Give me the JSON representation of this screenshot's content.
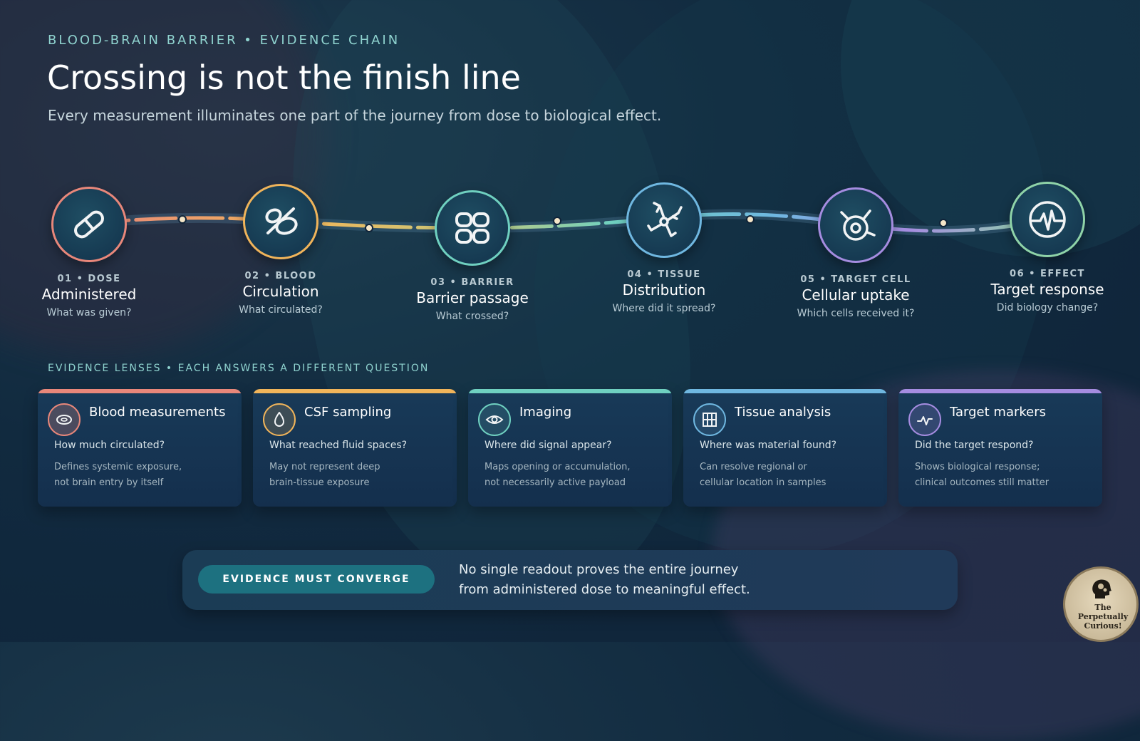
{
  "header": {
    "eyebrow": "BLOOD-BRAIN BARRIER • EVIDENCE CHAIN",
    "title": "Crossing is not the finish line",
    "subtitle": "Every measurement illuminates one part of the journey from dose to biological effect."
  },
  "steps": [
    {
      "tag": "01 • DOSE",
      "name": "Administered",
      "question": "What was given?",
      "color": "#e8877a",
      "icon": "pill-icon"
    },
    {
      "tag": "02 • BLOOD",
      "name": "Circulation",
      "question": "What circulated?",
      "color": "#f0b45a",
      "icon": "circulation-loop-icon"
    },
    {
      "tag": "03 • BARRIER",
      "name": "Barrier passage",
      "question": "What crossed?",
      "color": "#6fd0c0",
      "icon": "barrier-cells-icon"
    },
    {
      "tag": "04 • TISSUE",
      "name": "Distribution",
      "question": "Where did it spread?",
      "color": "#6fb7e0",
      "icon": "branching-icon"
    },
    {
      "tag": "05 • TARGET CELL",
      "name": "Cellular uptake",
      "question": "Which cells received it?",
      "color": "#a58ce0",
      "icon": "cell-icon"
    },
    {
      "tag": "06 • EFFECT",
      "name": "Target response",
      "question": "Did biology change?",
      "color": "#8fd3a8",
      "icon": "pulse-icon"
    }
  ],
  "lenses": {
    "heading": "EVIDENCE LENSES • EACH ANSWERS A DIFFERENT QUESTION",
    "cards": [
      {
        "title": "Blood measurements",
        "question": "How much circulated?",
        "note1": "Defines systemic exposure,",
        "note2": "not brain entry by itself",
        "color": "#e8877a",
        "icon": "blood-cell-icon"
      },
      {
        "title": "CSF sampling",
        "question": "What reached fluid spaces?",
        "note1": "May not represent deep",
        "note2": "brain-tissue exposure",
        "color": "#f0b45a",
        "icon": "droplet-icon"
      },
      {
        "title": "Imaging",
        "question": "Where did signal appear?",
        "note1": "Maps opening or accumulation,",
        "note2": "not necessarily active payload",
        "color": "#6fd0c0",
        "icon": "eye-icon"
      },
      {
        "title": "Tissue analysis",
        "question": "Where was material found?",
        "note1": "Can resolve regional or",
        "note2": "cellular location in samples",
        "color": "#6fb7e0",
        "icon": "grid-icon"
      },
      {
        "title": "Target markers",
        "question": "Did the target respond?",
        "note1": "Shows biological response;",
        "note2": "clinical outcomes still matter",
        "color": "#a58ce0",
        "icon": "pulse-icon"
      }
    ]
  },
  "banner": {
    "pill": "EVIDENCE MUST CONVERGE",
    "line1": "No single readout proves the entire journey",
    "line2": "from administered dose to meaningful effect."
  },
  "badge": {
    "line1": "The Perpetually",
    "line2": "Curious!"
  }
}
